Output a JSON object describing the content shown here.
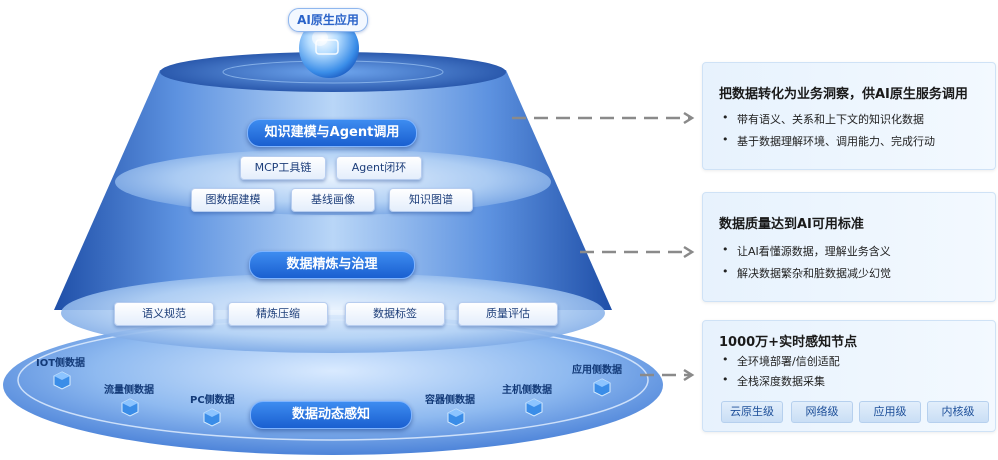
{
  "top_badge": "AI原生应用",
  "layers": {
    "top": {
      "band": "知识建模与Agent调用",
      "items": [
        "MCP工具链",
        "Agent闭环",
        "图数据建模",
        "基线画像",
        "知识图谱"
      ]
    },
    "middle": {
      "band": "数据精炼与治理",
      "items": [
        "语义规范",
        "精炼压缩",
        "数据标签",
        "质量评估"
      ]
    },
    "bottom": {
      "band": "数据动态感知",
      "sources": [
        "IOT侧数据",
        "流量侧数据",
        "PC侧数据",
        "容器侧数据",
        "主机侧数据",
        "应用侧数据"
      ]
    }
  },
  "cards": [
    {
      "title": "把数据转化为业务洞察，供AI原生服务调用",
      "bullets": [
        "带有语义、关系和上下文的知识化数据",
        "基于数据理解环境、调用能力、完成行动"
      ]
    },
    {
      "title": "数据质量达到AI可用标准",
      "bullets": [
        "让AI看懂源数据，理解业务含义",
        "解决数据繁杂和脏数据减少幻觉"
      ]
    },
    {
      "title": "1000万+实时感知节点",
      "bullets": [
        "全环境部署/信创适配",
        "全栈深度数据采集"
      ],
      "tags": [
        "云原生级",
        "网络级",
        "应用级",
        "内核级"
      ]
    }
  ],
  "colors": {
    "accent": "#1a5fd0",
    "cone_light": "#a9cdf6",
    "cone_dark": "#1f4fa8",
    "card_bg": "#e7f2fd",
    "arrow": "#8a8a8a"
  }
}
